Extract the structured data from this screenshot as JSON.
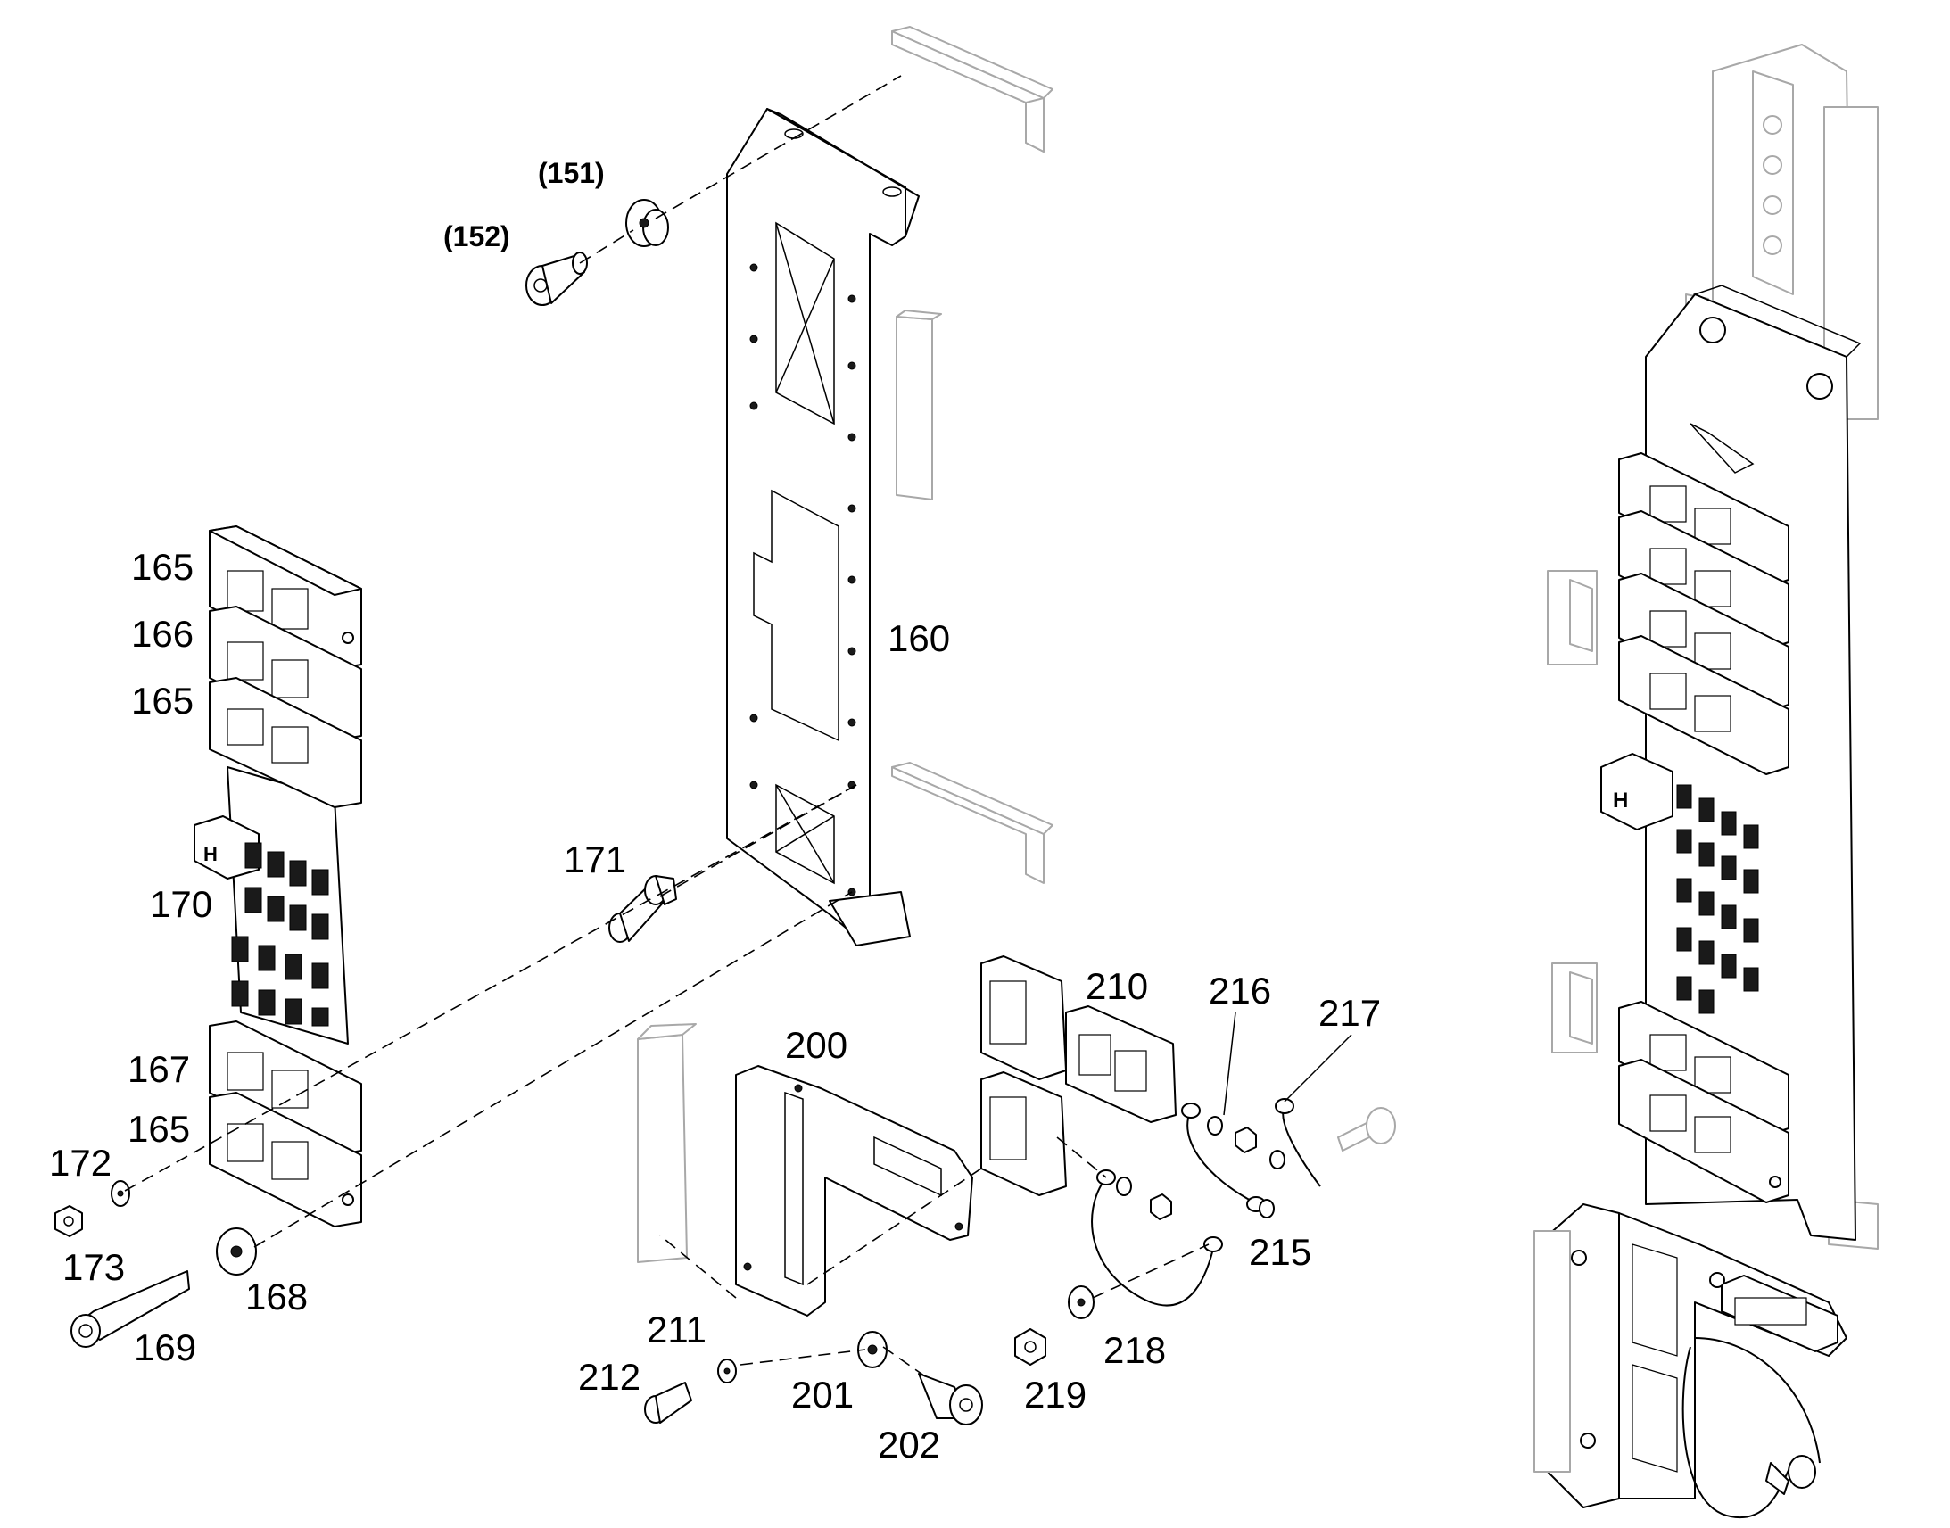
{
  "callouts": {
    "c151": "(151)",
    "c152": "(152)",
    "c160": "160",
    "c165a": "165",
    "c166": "166",
    "c165b": "165",
    "c170": "170",
    "c171": "171",
    "c167": "167",
    "c165c": "165",
    "c172": "172",
    "c173": "173",
    "c168": "168",
    "c169": "169",
    "c200": "200",
    "c210": "210",
    "c216": "216",
    "c217": "217",
    "c215": "215",
    "c211": "211",
    "c212": "212",
    "c201": "201",
    "c202": "202",
    "c219": "219",
    "c218": "218"
  },
  "colors": {
    "line": "#000000",
    "ghost": "#a8a8a8",
    "background": "#ffffff"
  }
}
